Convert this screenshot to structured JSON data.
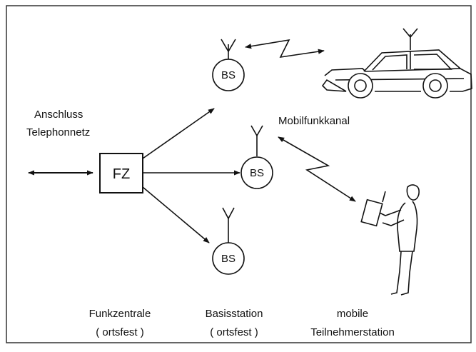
{
  "labels": {
    "anschluss_line1": "Anschluss",
    "anschluss_line2": "Telephonnetz",
    "mobilfunkkanal": "Mobilfunkkanal",
    "funkzentrale_line1": "Funkzentrale",
    "funkzentrale_line2": "( ortsfest )",
    "basisstation_line1": "Basisstation",
    "basisstation_line2": "( ortsfest )",
    "mobile_line1": "mobile",
    "mobile_line2": "Teilnehmerstation"
  },
  "nodes": {
    "fz": "FZ",
    "bs_top": "BS",
    "bs_middle": "BS",
    "bs_bottom": "BS"
  },
  "colors": {
    "ink": "#111111",
    "frame": "#333333",
    "background": "#ffffff"
  }
}
